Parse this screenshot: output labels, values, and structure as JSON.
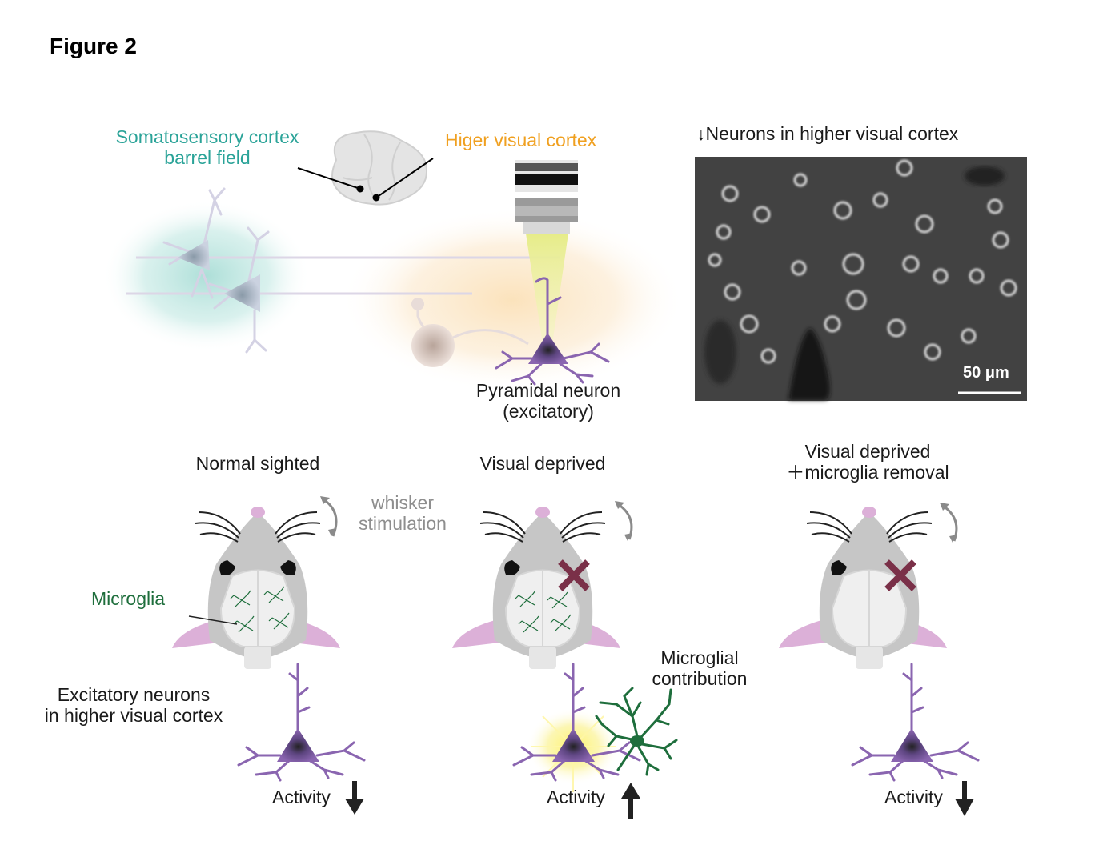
{
  "figure_title": "Figure 2",
  "top": {
    "s1_label_line1": "Somatosensory cortex",
    "s1_label_line2": "barrel field",
    "hva_label": "Higer visual cortex",
    "pyramidal_line1": "Pyramidal neuron",
    "pyramidal_line2": "(excitatory)",
    "micrograph_title": "↓Neurons in higher visual cortex",
    "scale_bar": "50 μm"
  },
  "conditions": [
    {
      "title_line1": "Normal sighted",
      "title_line2": "",
      "activity": "Activity"
    },
    {
      "title_line1": "Visual deprived",
      "title_line2": "",
      "activity": "Activity"
    },
    {
      "title_line1": "Visual deprived",
      "title_line2": "＋microglia removal",
      "activity": "Activity"
    }
  ],
  "labels": {
    "whisker_line1": "whisker",
    "whisker_line2": "stimulation",
    "microglia": "Microglia",
    "excitatory_line1": "Excitatory neurons",
    "excitatory_line2": "in higher visual cortex",
    "contribution_line1": "Microglial",
    "contribution_line2": "contribution"
  },
  "colors": {
    "s1_teal": "#2aa398",
    "hva_orange": "#f0a020",
    "microglia_green": "#1e6e3c",
    "neuron_purple": "#8a65b0",
    "mouse_gray": "#c4c4c4",
    "ear_pink": "#dcb0d8",
    "cross_maroon": "#7a3048"
  }
}
